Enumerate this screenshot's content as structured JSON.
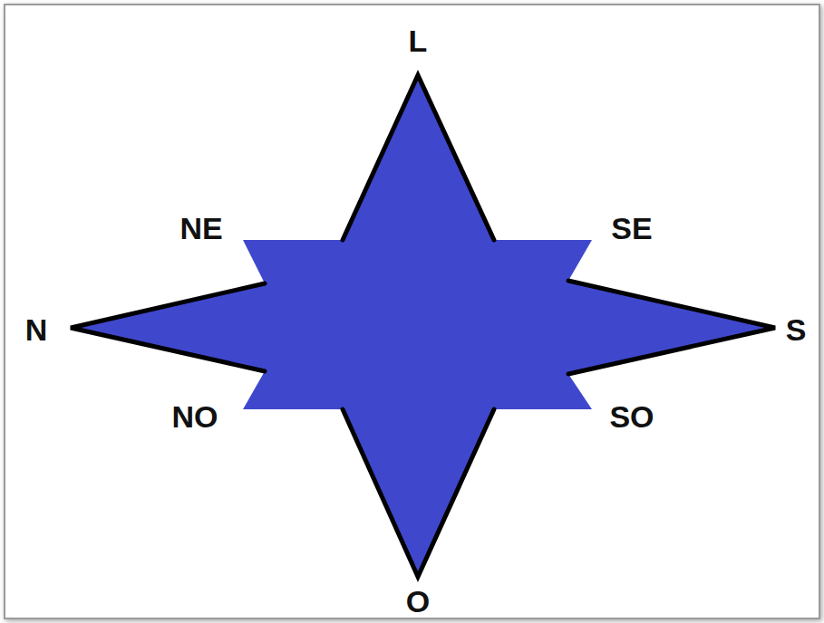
{
  "diagram": {
    "labels": [
      "L",
      "NE",
      "SE",
      "N",
      "S",
      "NO",
      "SO",
      "O"
    ]
  }
}
